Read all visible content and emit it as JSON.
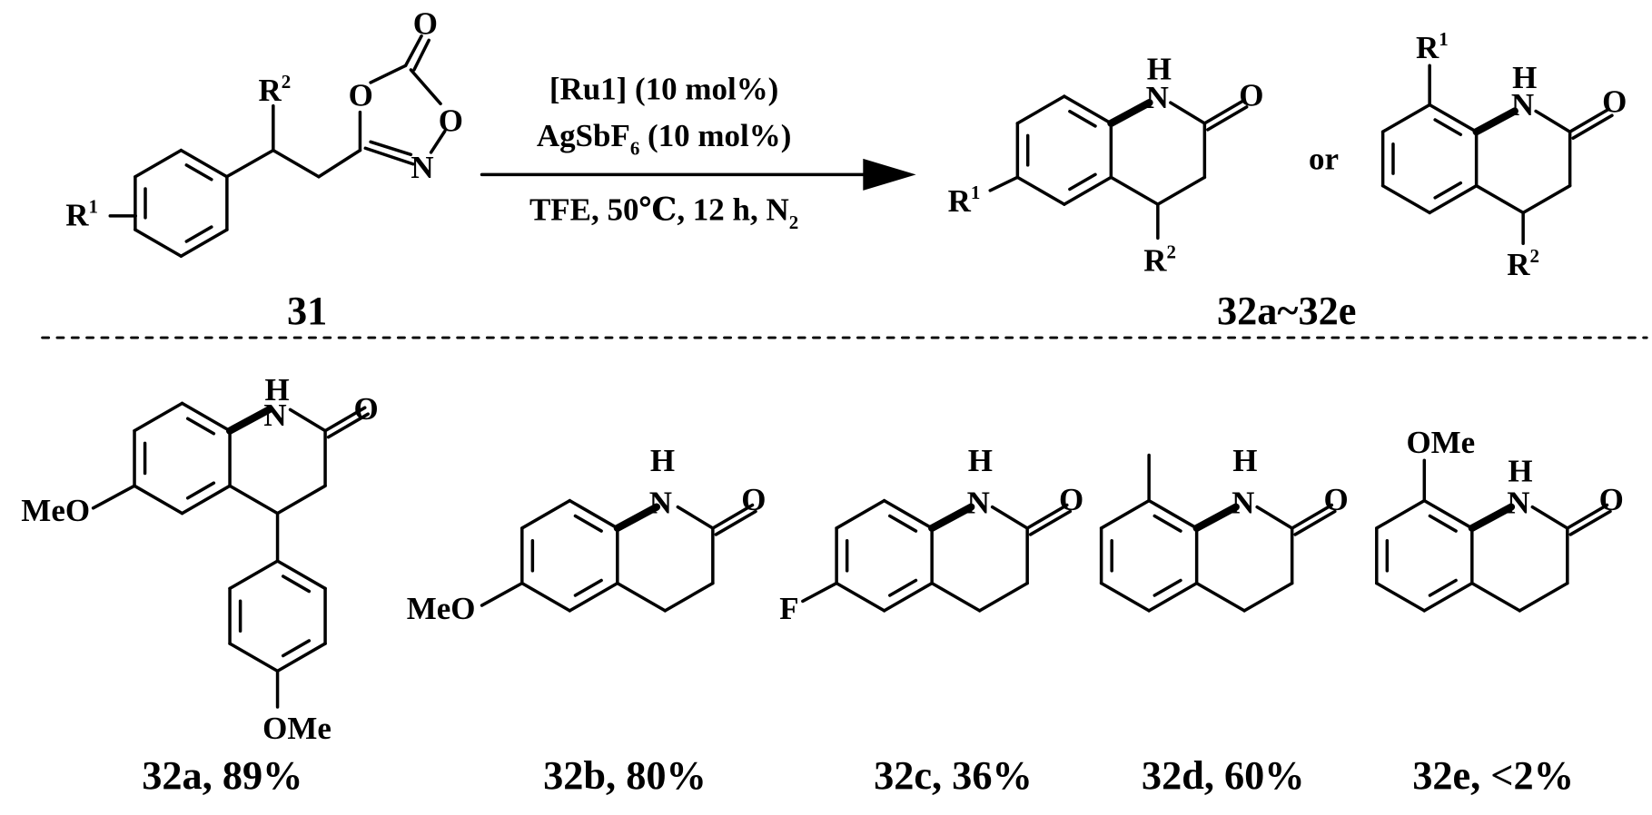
{
  "reaction": {
    "reactant_label": "31",
    "product_range_label": "32a~32e",
    "or_text": "or",
    "conditions": {
      "line1": "[Ru1] (10 mol%)",
      "line2_main": "AgSbF",
      "line2_sub": "6",
      "line2_rest": " (10 mol%)",
      "line3_main": "TFE, 50℃, 12 h, N",
      "line3_sub": "2"
    },
    "atoms": {
      "R": "R",
      "one": "1",
      "two": "2",
      "O": "O",
      "N": "N",
      "H": "H"
    }
  },
  "products": [
    {
      "id": "32a",
      "caption": "32a, 89%",
      "substituent": "MeO",
      "aryl_substituent": "OMe"
    },
    {
      "id": "32b",
      "caption": "32b, 80%",
      "substituent": "MeO"
    },
    {
      "id": "32c",
      "caption": "32c, 36%",
      "substituent": "F"
    },
    {
      "id": "32d",
      "caption": "32d, 60%"
    },
    {
      "id": "32e",
      "caption": "32e, <2%",
      "substituent": "OMe"
    }
  ]
}
